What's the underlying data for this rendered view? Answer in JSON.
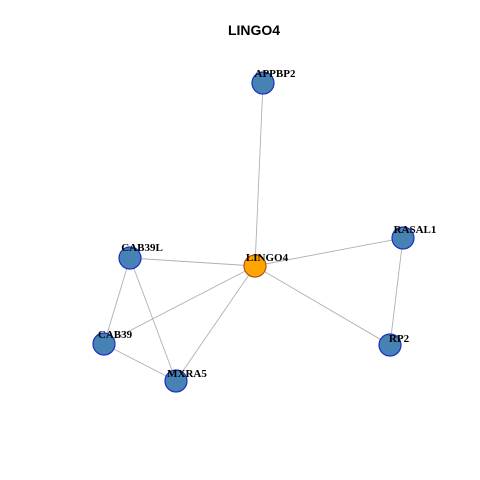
{
  "title": "LINGO4",
  "colors": {
    "hub_fill": "#FFA500",
    "hub_stroke": "#B0501A",
    "node_fill": "#4682B4",
    "node_stroke": "#1A2FC0",
    "edge": "#B0B0B0"
  },
  "nodes": [
    {
      "id": "LINGO4",
      "label": "LINGO4",
      "hub": true
    },
    {
      "id": "APPBP2",
      "label": "APPBP2",
      "hub": false
    },
    {
      "id": "RASAL1",
      "label": "RASAL1",
      "hub": false
    },
    {
      "id": "RP2",
      "label": "RP2",
      "hub": false
    },
    {
      "id": "CAB39L",
      "label": "CAB39L",
      "hub": false
    },
    {
      "id": "CAB39",
      "label": "CAB39",
      "hub": false
    },
    {
      "id": "MXRA5",
      "label": "MXRA5",
      "hub": false
    }
  ],
  "edges": [
    [
      "LINGO4",
      "APPBP2"
    ],
    [
      "LINGO4",
      "RASAL1"
    ],
    [
      "LINGO4",
      "RP2"
    ],
    [
      "LINGO4",
      "CAB39L"
    ],
    [
      "LINGO4",
      "CAB39"
    ],
    [
      "LINGO4",
      "MXRA5"
    ],
    [
      "RASAL1",
      "RP2"
    ],
    [
      "CAB39L",
      "CAB39"
    ],
    [
      "CAB39L",
      "MXRA5"
    ],
    [
      "CAB39",
      "MXRA5"
    ]
  ]
}
